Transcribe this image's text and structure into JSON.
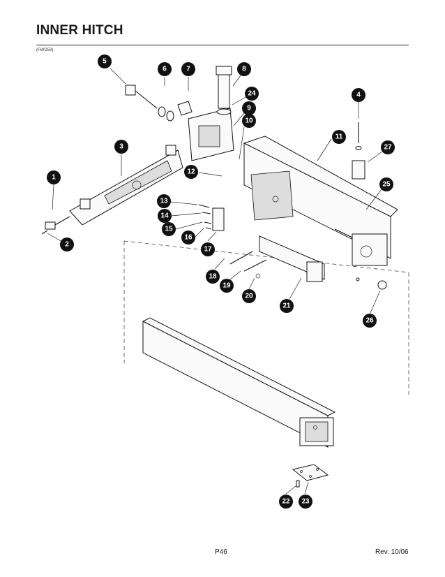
{
  "header": {
    "title": "INNER HITCH",
    "code": "(FWD58)"
  },
  "footer": {
    "page": "P46",
    "revision": "Rev. 10/06"
  },
  "callouts": [
    "1",
    "2",
    "3",
    "4",
    "5",
    "6",
    "7",
    "8",
    "9",
    "10",
    "11",
    "12",
    "13",
    "14",
    "15",
    "16",
    "17",
    "18",
    "19",
    "20",
    "21",
    "22",
    "23",
    "24",
    "25",
    "26",
    "27"
  ]
}
